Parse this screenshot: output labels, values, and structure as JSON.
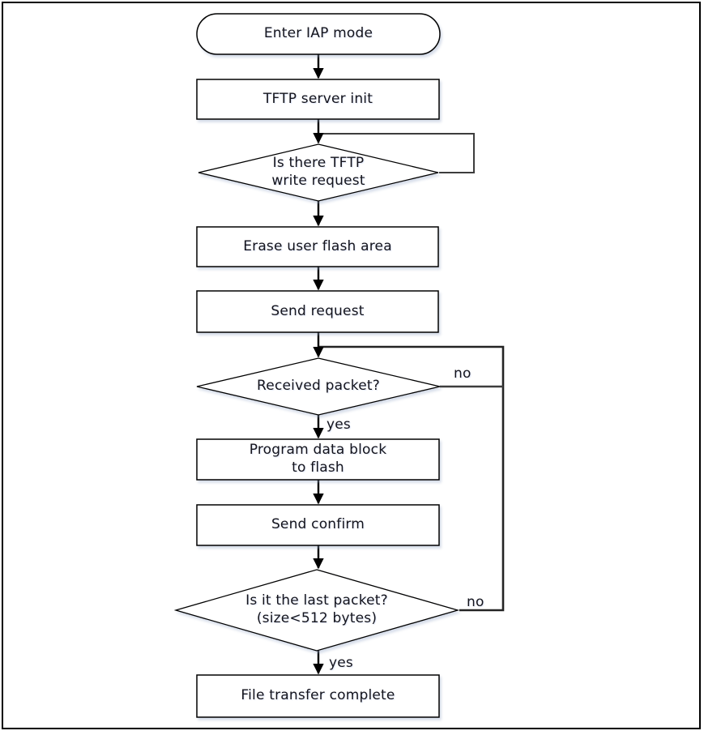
{
  "flowchart": {
    "nodes": {
      "start": {
        "type": "terminator",
        "label": "Enter IAP mode"
      },
      "tftp_init": {
        "type": "process",
        "label": "TFTP server init"
      },
      "write_request": {
        "type": "decision",
        "label": "Is there TFTP\nwrite request"
      },
      "erase_flash": {
        "type": "process",
        "label": "Erase user flash area"
      },
      "send_request": {
        "type": "process",
        "label": "Send request"
      },
      "received_packet": {
        "type": "decision",
        "label": "Received packet?"
      },
      "program_flash": {
        "type": "process",
        "label": "Program data block\nto flash"
      },
      "send_confirm": {
        "type": "process",
        "label": "Send confirm"
      },
      "last_packet": {
        "type": "decision",
        "label": "Is it the last packet?\n(size<512 bytes)"
      },
      "complete": {
        "type": "process",
        "label": "File transfer complete"
      }
    },
    "edges": [
      {
        "from": "start",
        "to": "tftp_init",
        "label": ""
      },
      {
        "from": "tftp_init",
        "to": "write_request",
        "label": ""
      },
      {
        "from": "write_request",
        "to": "write_request",
        "label": ""
      },
      {
        "from": "write_request",
        "to": "erase_flash",
        "label": ""
      },
      {
        "from": "erase_flash",
        "to": "send_request",
        "label": ""
      },
      {
        "from": "send_request",
        "to": "received_packet",
        "label": ""
      },
      {
        "from": "received_packet",
        "to": "program_flash",
        "label": "yes"
      },
      {
        "from": "received_packet",
        "to": "received_packet",
        "label": "no"
      },
      {
        "from": "program_flash",
        "to": "send_confirm",
        "label": ""
      },
      {
        "from": "send_confirm",
        "to": "last_packet",
        "label": ""
      },
      {
        "from": "last_packet",
        "to": "complete",
        "label": "yes"
      },
      {
        "from": "last_packet",
        "to": "received_packet",
        "label": "no"
      }
    ],
    "colors": {
      "stroke": "#000000",
      "text": "#14141c",
      "background": "#ffffff",
      "shadow": "rgba(150,168,200,0.40)"
    }
  }
}
